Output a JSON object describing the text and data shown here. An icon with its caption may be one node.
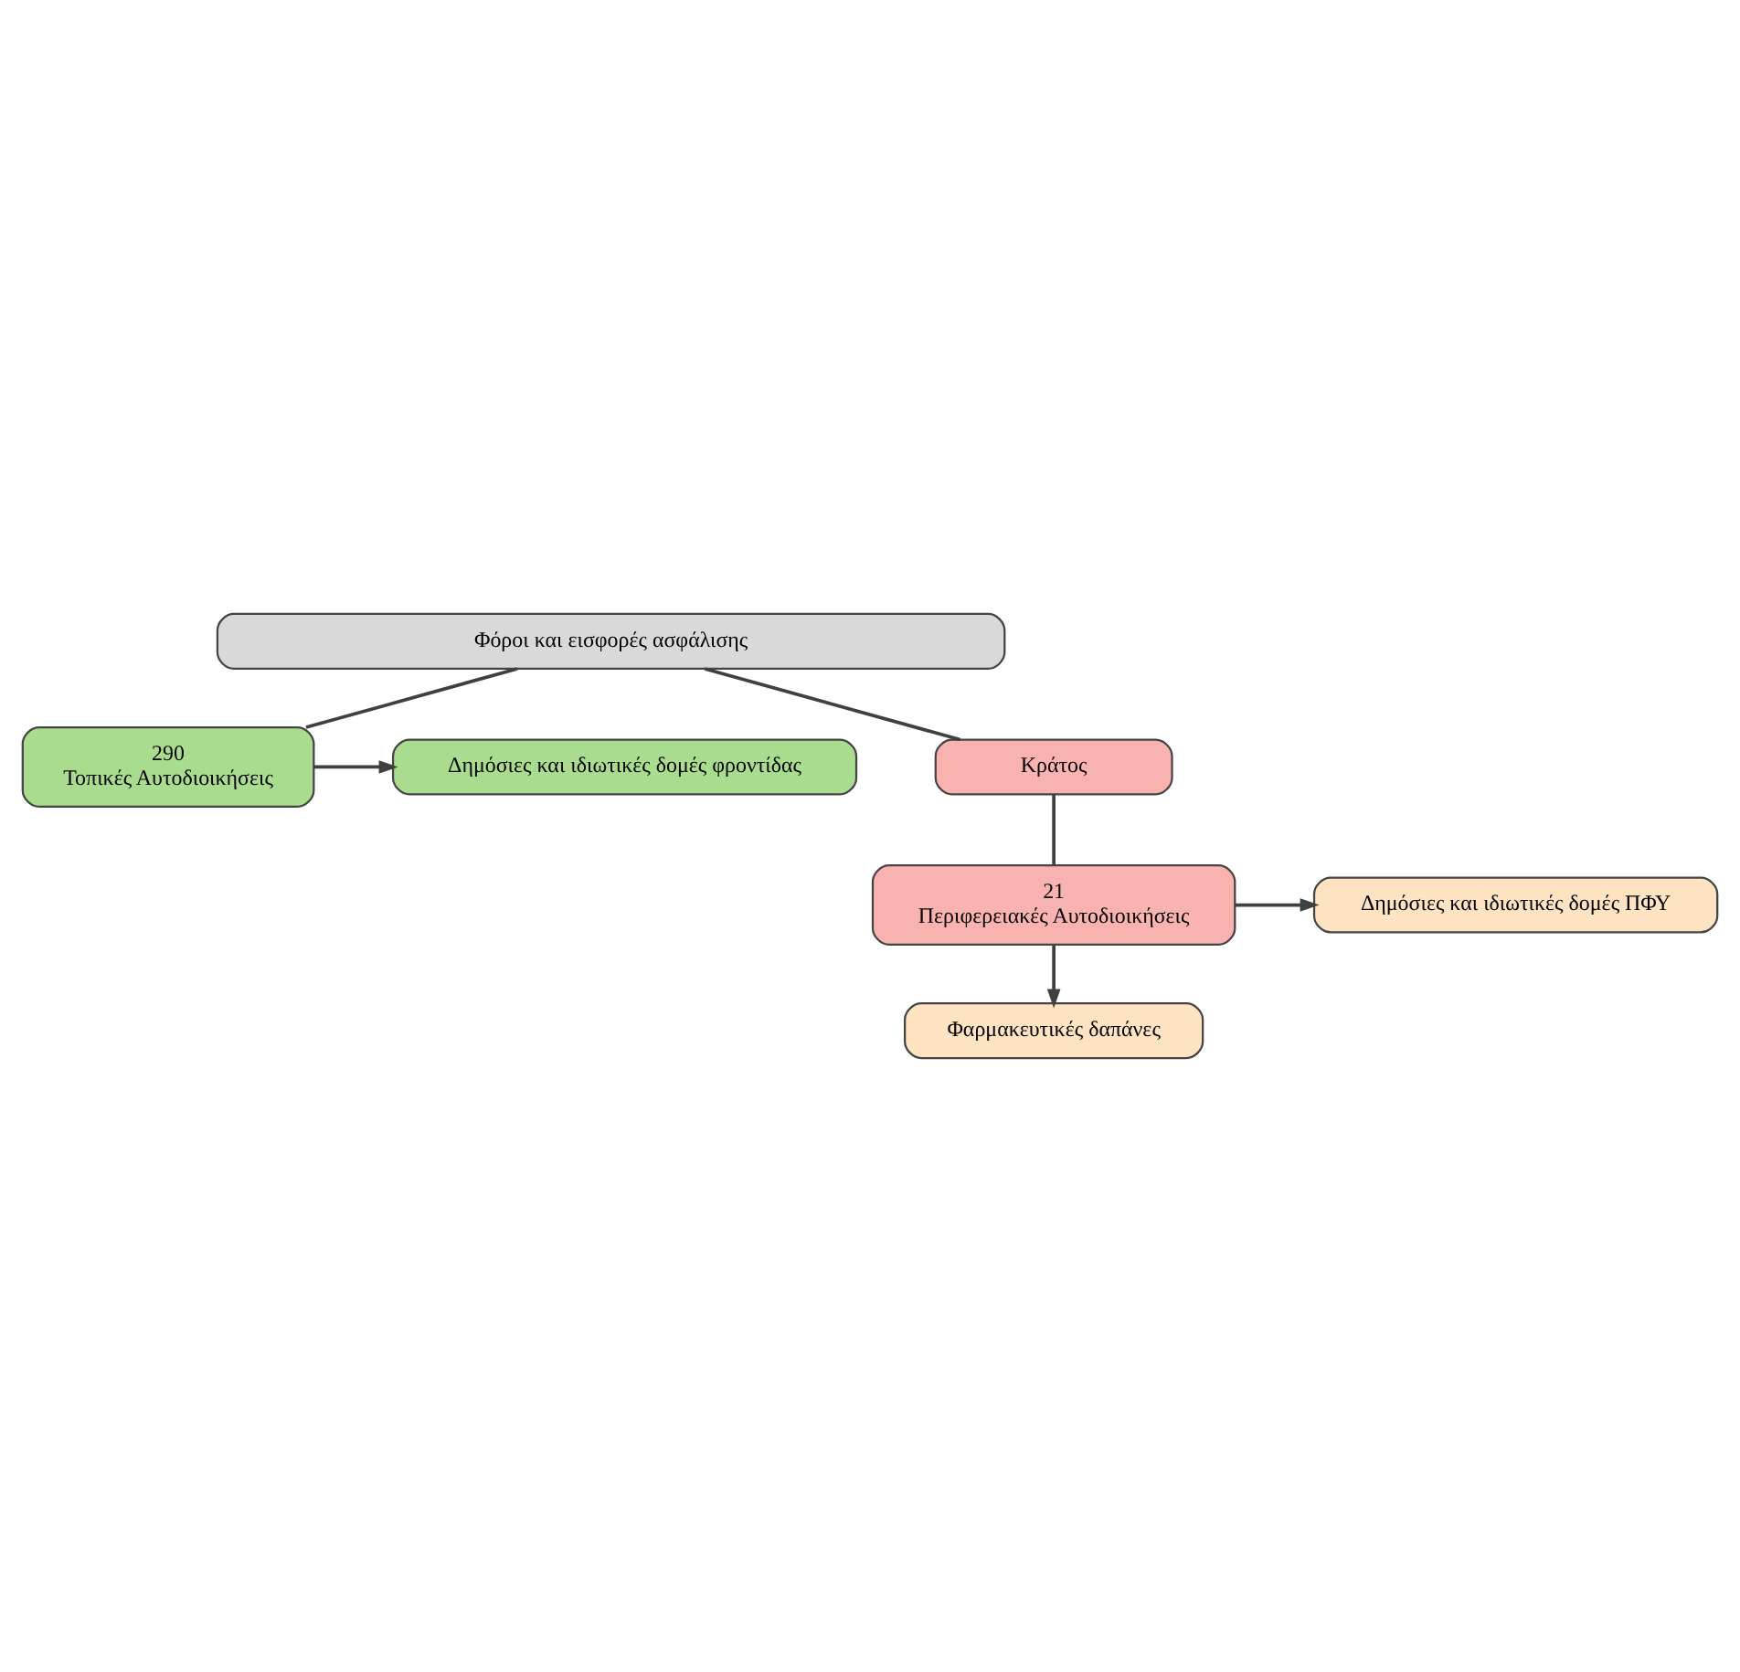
{
  "diagram": {
    "nodes": [
      {
        "text": [
          "Φόροι και εισφορές ασφάλισης"
        ]
      },
      {
        "text": [
          "290",
          "Τοπικές Αυτοδιοικήσεις"
        ]
      },
      {
        "text": [
          "Δημόσιες και ιδιωτικές δομές φροντίδας"
        ]
      },
      {
        "text": [
          "Κράτος"
        ]
      },
      {
        "text": [
          "21",
          "Περιφερειακές Αυτοδιοικήσεις"
        ]
      },
      {
        "text": [
          "Δημόσιες και ιδιωτικές δομές ΠΦΥ"
        ]
      },
      {
        "text": [
          "Φαρμακευτικές δαπάνες"
        ]
      }
    ],
    "edges": [
      {
        "from": 0,
        "to": 1,
        "arrow": "none"
      },
      {
        "from": 0,
        "to": 3,
        "arrow": "none"
      },
      {
        "from": 3,
        "to": 4,
        "arrow": "none"
      },
      {
        "from": 1,
        "to": 2,
        "arrow": "to"
      },
      {
        "from": 4,
        "to": 5,
        "arrow": "to"
      },
      {
        "from": 4,
        "to": 6,
        "arrow": "to"
      }
    ]
  }
}
